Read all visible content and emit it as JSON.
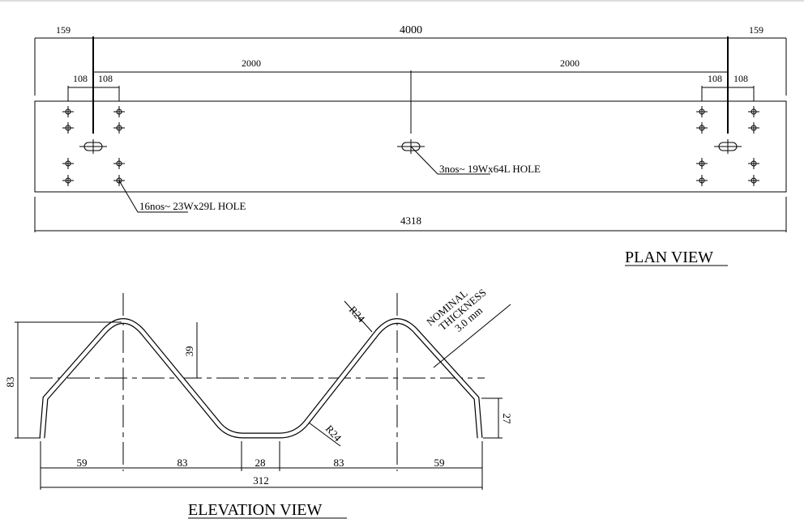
{
  "plan_view": {
    "title": "PLAN VIEW",
    "dim_overall_holes": "4000",
    "dim_end_left": "159",
    "dim_end_right": "159",
    "dim_half_left": "2000",
    "dim_half_right": "2000",
    "dim_hole_offsets": [
      "108",
      "108",
      "108",
      "108"
    ],
    "dim_total_length": "4318",
    "note_bolt_holes": "16nos~ 23Wx29L HOLE",
    "note_slots": "3nos~ 19Wx64L HOLE"
  },
  "elevation_view": {
    "title": "ELEVATION VIEW",
    "dim_height": "83",
    "dim_peak_to_center": "39",
    "dim_flange": "27",
    "dim_bottom": [
      "59",
      "83",
      "28",
      "83",
      "59"
    ],
    "dim_total_width": "312",
    "radius_top": "R24",
    "radius_bottom": "R24",
    "thickness_note": [
      "NOMINAL",
      "THICKNESS",
      "3.0 mm"
    ]
  }
}
